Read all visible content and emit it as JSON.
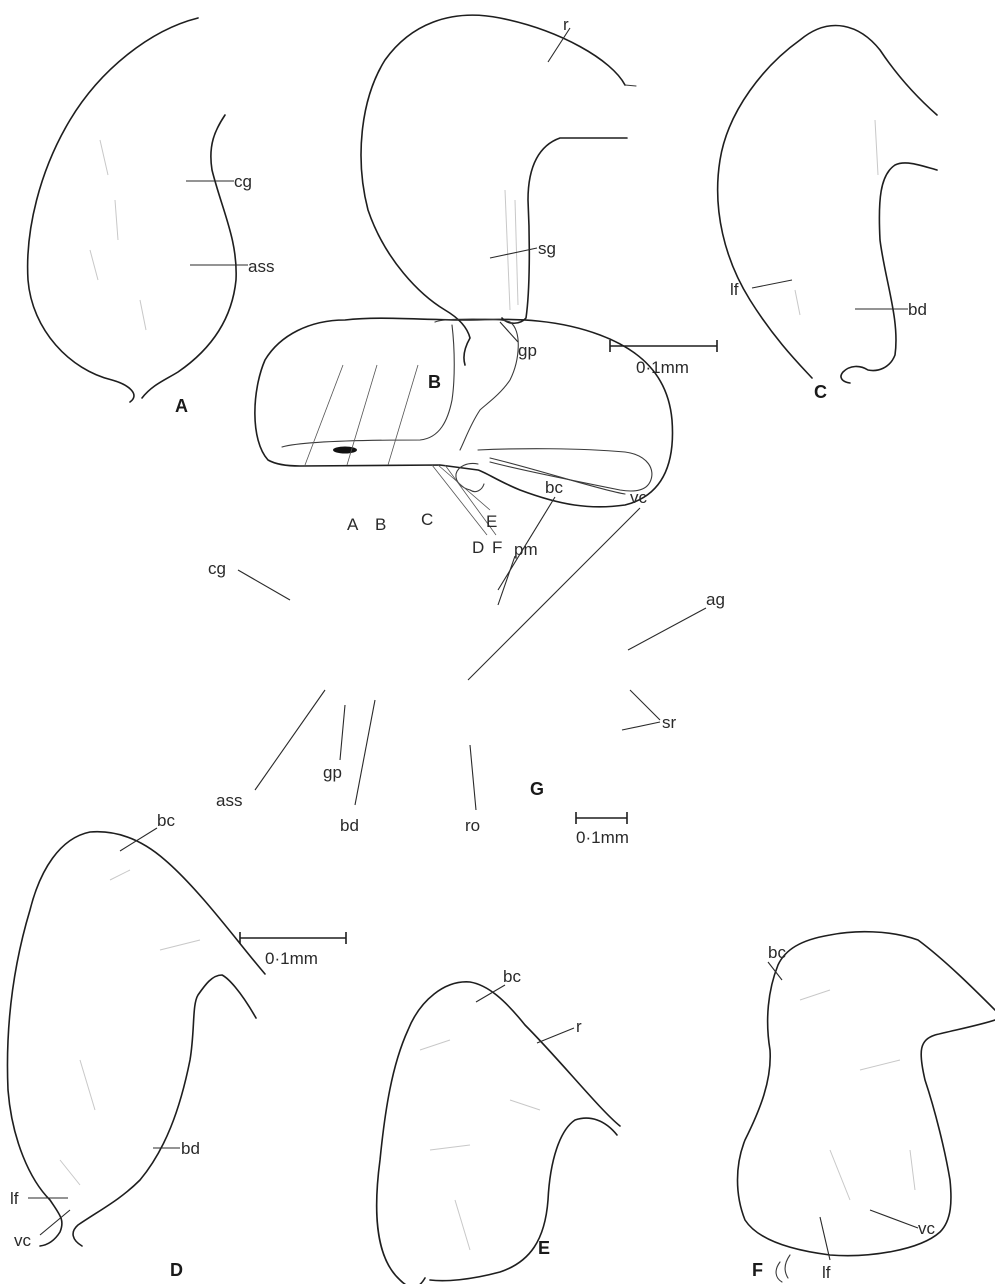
{
  "panels": {
    "A": {
      "panel_label": "A",
      "labels": {
        "cg": "cg",
        "ass": "ass"
      }
    },
    "B": {
      "panel_label": "B",
      "labels": {
        "r": "r",
        "sg": "sg",
        "gp": "gp"
      }
    },
    "C": {
      "panel_label": "C",
      "labels": {
        "lf": "lf",
        "bd": "bd"
      }
    },
    "G": {
      "panel_label": "G",
      "section_markers": [
        "A",
        "B",
        "C",
        "D",
        "E",
        "F"
      ],
      "labels": {
        "bc": "bc",
        "vc": "vc",
        "pm": "pm",
        "cg": "cg",
        "ag": "ag",
        "sr": "sr",
        "ass": "ass",
        "gp": "gp",
        "bd": "bd",
        "ro": "ro"
      }
    },
    "D": {
      "panel_label": "D",
      "labels": {
        "bc": "bc",
        "bd": "bd",
        "lf": "lf",
        "vc": "vc"
      }
    },
    "E": {
      "panel_label": "E",
      "labels": {
        "bc": "bc",
        "r": "r"
      }
    },
    "F": {
      "panel_label": "F",
      "labels": {
        "bc": "bc",
        "vc": "vc",
        "lf": "lf"
      }
    }
  },
  "scale_bars": {
    "top": "0·1mm",
    "middle": "0·1mm",
    "bottom": "0·1mm"
  }
}
